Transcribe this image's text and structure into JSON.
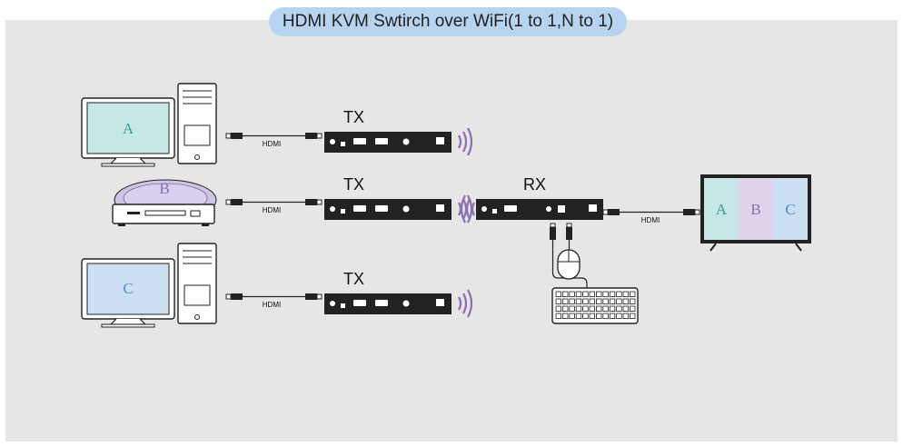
{
  "title": "HDMI KVM Swtirch over WiFi(1 to 1,N to 1)",
  "devices": {
    "tx_label": "TX",
    "rx_label": "RX",
    "source_a_letter": "A",
    "source_b_letter": "B",
    "source_c_letter": "C",
    "display_letters": [
      "A",
      "B",
      "C"
    ]
  },
  "cables": {
    "hdmi_label": "HDMI"
  },
  "colors": {
    "panel": "#e6e6e6",
    "title_pill": "#b7d3ef",
    "screen_a": "#c7e7e6",
    "screen_b": "#e1d3ec",
    "screen_c": "#cde0f3",
    "disc": "#cfc2e6",
    "wifi": "#8a6fb3",
    "device_body": "#222222"
  },
  "icons": [
    "monitor-icon",
    "pc-tower-icon",
    "dvd-player-icon",
    "disc-icon",
    "wifi-icon",
    "tv-icon",
    "mouse-icon",
    "keyboard-icon",
    "usb-plug-icon",
    "hdmi-plug-icon"
  ]
}
